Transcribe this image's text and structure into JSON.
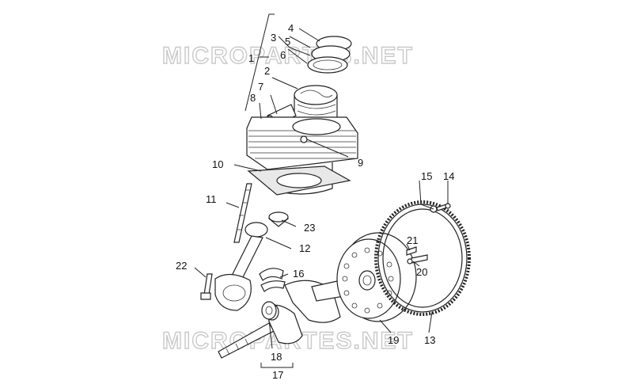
{
  "watermarks": [
    "MICROPARTES.NET",
    "MICROPARTES.NET"
  ],
  "callouts": [
    {
      "id": "1",
      "label": "1"
    },
    {
      "id": "2",
      "label": "2"
    },
    {
      "id": "3",
      "label": "3"
    },
    {
      "id": "4",
      "label": "4"
    },
    {
      "id": "5",
      "label": "5"
    },
    {
      "id": "6",
      "label": "6"
    },
    {
      "id": "7",
      "label": "7"
    },
    {
      "id": "8",
      "label": "8"
    },
    {
      "id": "9",
      "label": "9"
    },
    {
      "id": "10",
      "label": "10"
    },
    {
      "id": "11",
      "label": "11"
    },
    {
      "id": "12",
      "label": "12"
    },
    {
      "id": "13",
      "label": "13"
    },
    {
      "id": "14",
      "label": "14"
    },
    {
      "id": "15",
      "label": "15"
    },
    {
      "id": "16",
      "label": "16"
    },
    {
      "id": "17",
      "label": "17"
    },
    {
      "id": "18",
      "label": "18"
    },
    {
      "id": "19",
      "label": "19"
    },
    {
      "id": "20",
      "label": "20"
    },
    {
      "id": "21",
      "label": "21"
    },
    {
      "id": "22",
      "label": "22"
    },
    {
      "id": "23",
      "label": "23"
    }
  ]
}
